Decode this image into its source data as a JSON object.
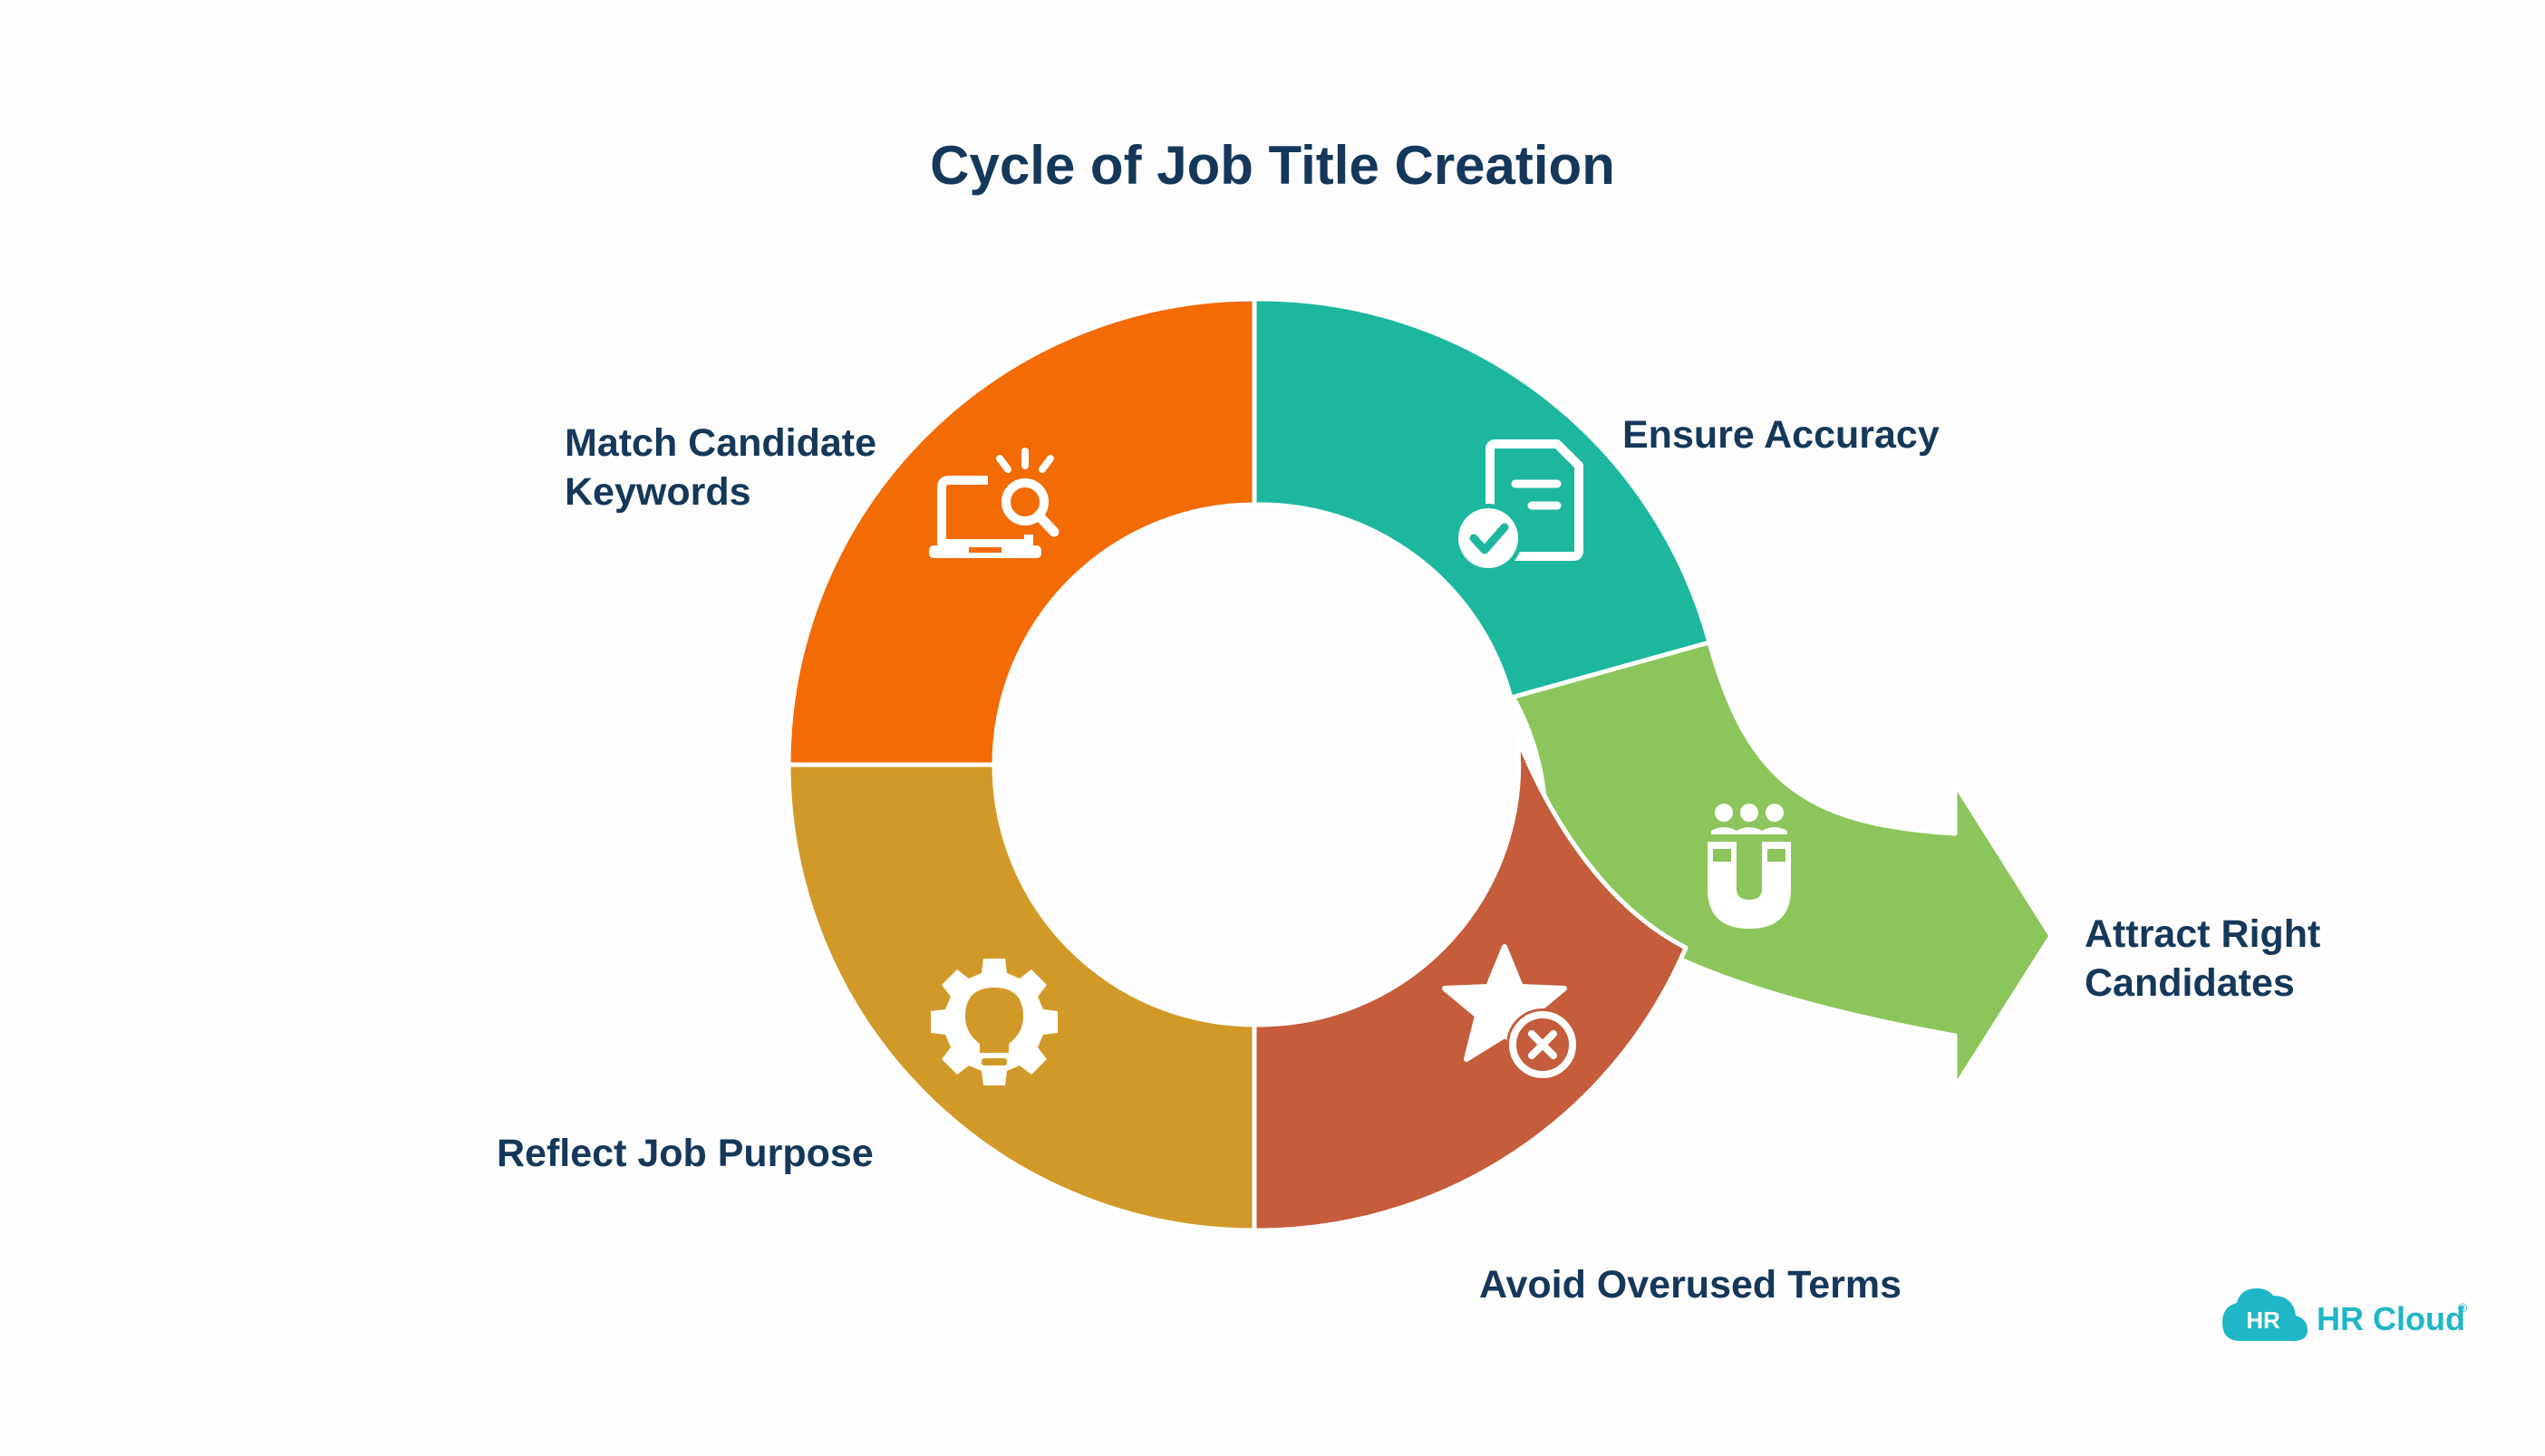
{
  "title": "Cycle of Job Title Creation",
  "segments": [
    {
      "id": "match",
      "label_lines": [
        "Match Candidate",
        "Keywords"
      ],
      "icon": "laptop-search-icon",
      "color": "#f26b05"
    },
    {
      "id": "ensure",
      "label_lines": [
        "Ensure Accuracy"
      ],
      "icon": "document-check-icon",
      "color": "#1db79e"
    },
    {
      "id": "attract",
      "label_lines": [
        "Attract Right",
        "Candidates"
      ],
      "icon": "magnet-people-icon",
      "color": "#8cc55b"
    },
    {
      "id": "avoid",
      "label_lines": [
        "Avoid Overused Terms"
      ],
      "icon": "star-cancel-icon",
      "color": "#c55c3b"
    },
    {
      "id": "reflect",
      "label_lines": [
        "Reflect Job Purpose"
      ],
      "icon": "gear-lightbulb-icon",
      "color": "#d19a28"
    }
  ],
  "brand": {
    "badge": "HR",
    "name": "HR Cloud",
    "mark": "®",
    "color": "#1fb6c8"
  },
  "text_color": "#15385a"
}
